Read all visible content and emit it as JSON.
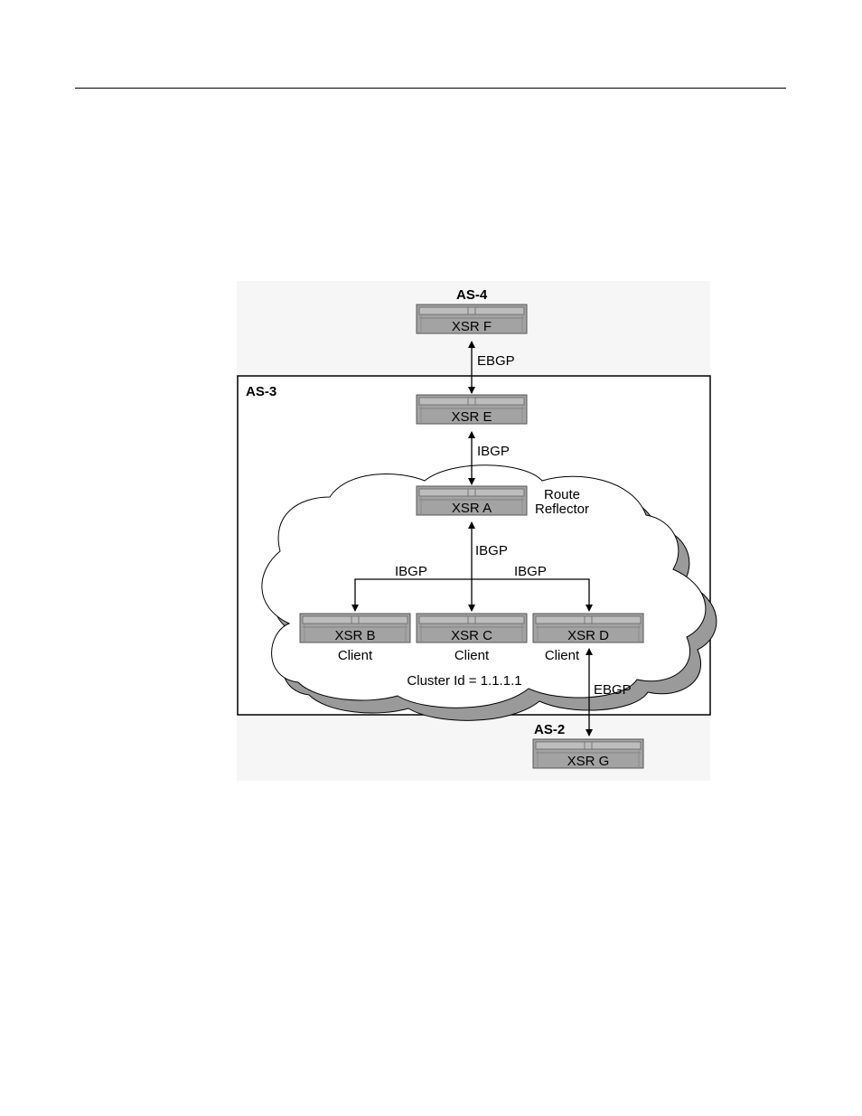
{
  "as_labels": {
    "as4": "AS-4",
    "as3": "AS-3",
    "as2": "AS-2"
  },
  "routers": {
    "f": "XSR F",
    "e": "XSR E",
    "a": "XSR A",
    "b": "XSR B",
    "c": "XSR C",
    "d": "XSR D",
    "g": "XSR G"
  },
  "links": {
    "ebgp_top": "EBGP",
    "ibgp_ea": "IBGP",
    "ibgp_ac": "IBGP",
    "ibgp_ab": "IBGP",
    "ibgp_ad": "IBGP",
    "ebgp_bottom": "EBGP"
  },
  "roles": {
    "reflector_line1": "Route",
    "reflector_line2": "Reflector",
    "client_b": "Client",
    "client_c": "Client",
    "client_d": "Client"
  },
  "cluster_id": "Cluster Id = 1.1.1.1"
}
